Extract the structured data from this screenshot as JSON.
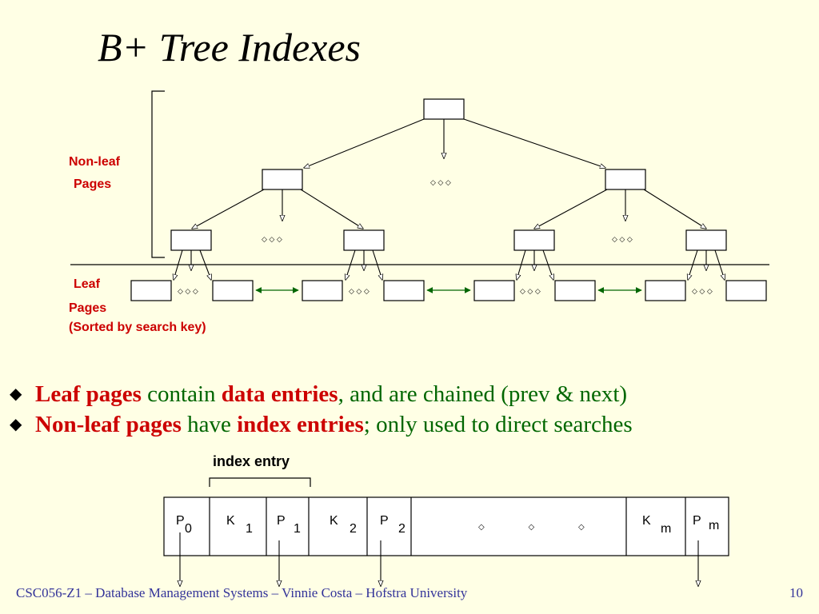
{
  "title": "B+ Tree Indexes",
  "labels": {
    "nonleaf_line1": "Non-leaf",
    "nonleaf_line2": "Pages",
    "leaf_line1": "Leaf",
    "leaf_line2": "Pages",
    "leaf_line3": "(Sorted by search key)",
    "ellipsis": "◇ ◇ ◇",
    "index_entry": "index entry"
  },
  "colors": {
    "background": "#FFFFE5",
    "label_red": "#CC0000",
    "text_green": "#006600",
    "footer_blue": "#333399",
    "arrow_green": "#006600"
  },
  "bullets": [
    {
      "bold": "Leaf pages",
      "t1": " contain ",
      "bold2": "data entries",
      "t2": ", and are chained (prev & next)"
    },
    {
      "bold": "Non-leaf pages",
      "t1": " have ",
      "bold2": "index entries",
      "t2": "; only used to direct searches"
    }
  ],
  "entry_cells": [
    {
      "main": "P",
      "sub": "0"
    },
    {
      "main": "K",
      "sub": "1"
    },
    {
      "main": "P",
      "sub": "1"
    },
    {
      "main": "K",
      "sub": "2"
    },
    {
      "main": "P",
      "sub": "2"
    },
    {
      "main": "K",
      "sub": "m"
    },
    {
      "main": "P",
      "sub": "m"
    }
  ],
  "footer": "CSC056-Z1 – Database Management Systems – Vinnie Costa – Hofstra University",
  "page_number": "10"
}
